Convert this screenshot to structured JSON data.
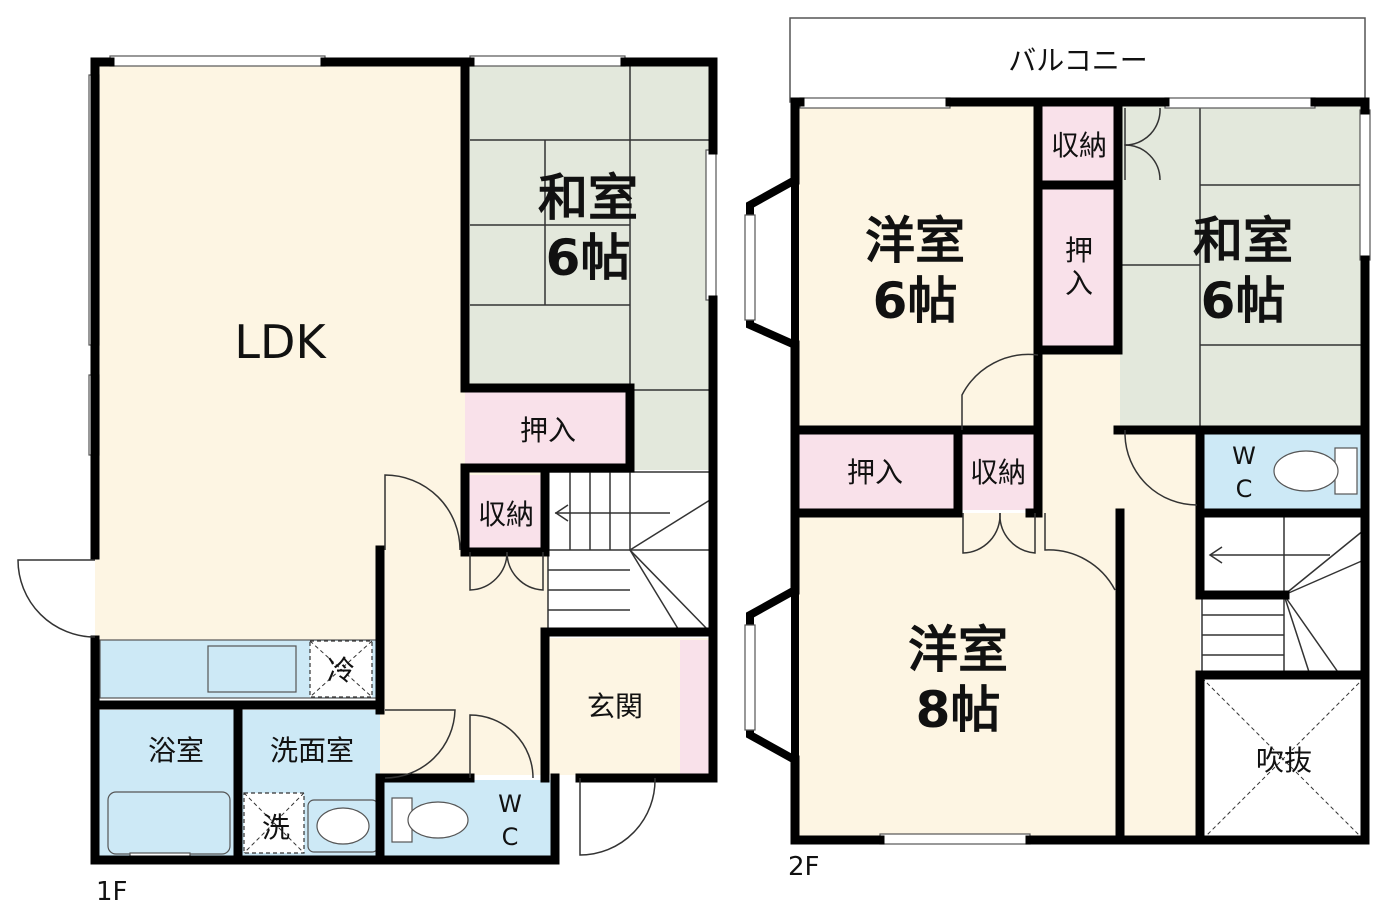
{
  "floor1": {
    "label": "1F",
    "rooms": {
      "ldk": "LDK",
      "washitsu_name": "和室",
      "washitsu_size": "6帖",
      "oshiire": "押入",
      "shuno": "収納",
      "genkan": "玄関",
      "yokushitsu": "浴室",
      "senmenshitsu": "洗面室",
      "wc_w": "W",
      "wc_c": "C",
      "fridge": "冷",
      "washer": "洗"
    }
  },
  "floor2": {
    "label": "2F",
    "rooms": {
      "balcony": "バルコニー",
      "yoshitsu1_name": "洋室",
      "yoshitsu1_size": "6帖",
      "washitsu_name": "和室",
      "washitsu_size": "6帖",
      "shuno_top": "収納",
      "oshi_v1": "押",
      "oshi_v2": "入",
      "oshiire": "押入",
      "shuno_mid": "収納",
      "yoshitsu2_name": "洋室",
      "yoshitsu2_size": "8帖",
      "wc_w": "W",
      "wc_c": "C",
      "fukinuke": "吹抜"
    }
  },
  "colors": {
    "wall": "#000000",
    "ldk_floor": "#fdf5e3",
    "tatami": "#e3e8dc",
    "closet": "#f9e1ea",
    "water": "#cde9f6",
    "white": "#ffffff"
  }
}
